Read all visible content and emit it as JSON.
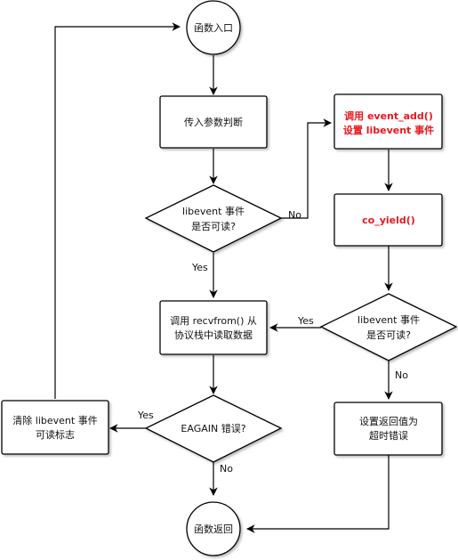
{
  "nodes": {
    "entry": {
      "text": "函数入口"
    },
    "check_params": {
      "text": "传入参数判断"
    },
    "readable_1": {
      "line1": "libevent 事件",
      "line2": "是否可读?"
    },
    "event_add": {
      "line1": "调用 event_add()",
      "line2": "设置 libevent 事件"
    },
    "co_yield": {
      "text": "co_yield()"
    },
    "readable_2": {
      "line1": "libevent 事件",
      "line2": "是否可读?"
    },
    "recvfrom": {
      "line1": "调用 recvfrom() 从",
      "line2": "协议栈中读取数据"
    },
    "eagain": {
      "text": "EAGAIN 错误?"
    },
    "clear_flag": {
      "line1": "清除 libevent 事件",
      "line2": "可读标志"
    },
    "timeout": {
      "line1": "设置返回值为",
      "line2": "超时错误"
    },
    "return": {
      "text": "函数返回"
    }
  },
  "edges": {
    "readable_1_no": "No",
    "readable_1_yes": "Yes",
    "readable_2_yes": "Yes",
    "readable_2_no": "No",
    "eagain_yes": "Yes",
    "eagain_no": "No"
  },
  "colors": {
    "highlight_text": "#e8181c",
    "stroke": "#000000",
    "fill": "#ffffff"
  }
}
